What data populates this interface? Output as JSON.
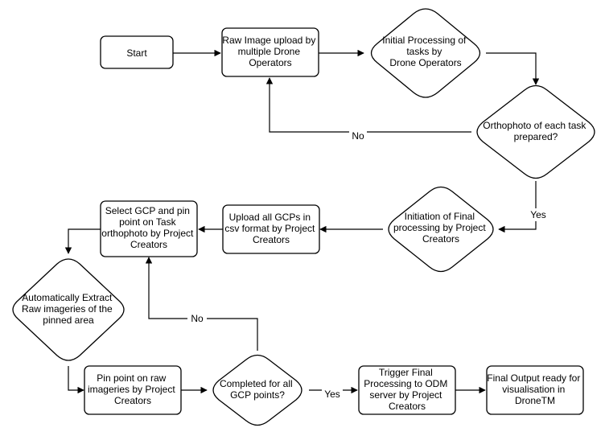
{
  "nodes": {
    "start": {
      "lines": [
        "Start"
      ]
    },
    "raw_upload": {
      "lines": [
        "Raw Image upload by",
        "multiple Drone",
        "Operators"
      ]
    },
    "initial_processing": {
      "lines": [
        "Initial Processing of",
        "tasks by",
        "Drone Operators"
      ]
    },
    "orthophoto_prepared": {
      "lines": [
        "Orthophoto of each task",
        "prepared?"
      ]
    },
    "initiation_final": {
      "lines": [
        "Initiation of Final",
        "processing by Project",
        "Creators"
      ]
    },
    "upload_gcps": {
      "lines": [
        "Upload all GCPs in",
        "csv format by Project",
        "Creators"
      ]
    },
    "select_gcp": {
      "lines": [
        "Select GCP and pin",
        "point on Task",
        "orthophoto by Project",
        "Creators"
      ]
    },
    "auto_extract": {
      "lines": [
        "Automatically Extract",
        "Raw imageries of the",
        "pinned area"
      ]
    },
    "pin_point_raw": {
      "lines": [
        "Pin point on raw",
        "imageries by Project",
        "Creators"
      ]
    },
    "completed_all": {
      "lines": [
        "Completed for all",
        "GCP points?"
      ]
    },
    "trigger_final": {
      "lines": [
        "Trigger Final",
        "Processing to ODM",
        "server by Project",
        "Creators"
      ]
    },
    "final_output": {
      "lines": [
        "Final Output ready for",
        "visualisation in",
        "DroneTM"
      ]
    }
  },
  "edge_labels": {
    "no_to_raw_upload": "No",
    "yes_to_initiation": "Yes",
    "no_to_select_gcp": "No",
    "yes_to_trigger": "Yes"
  }
}
